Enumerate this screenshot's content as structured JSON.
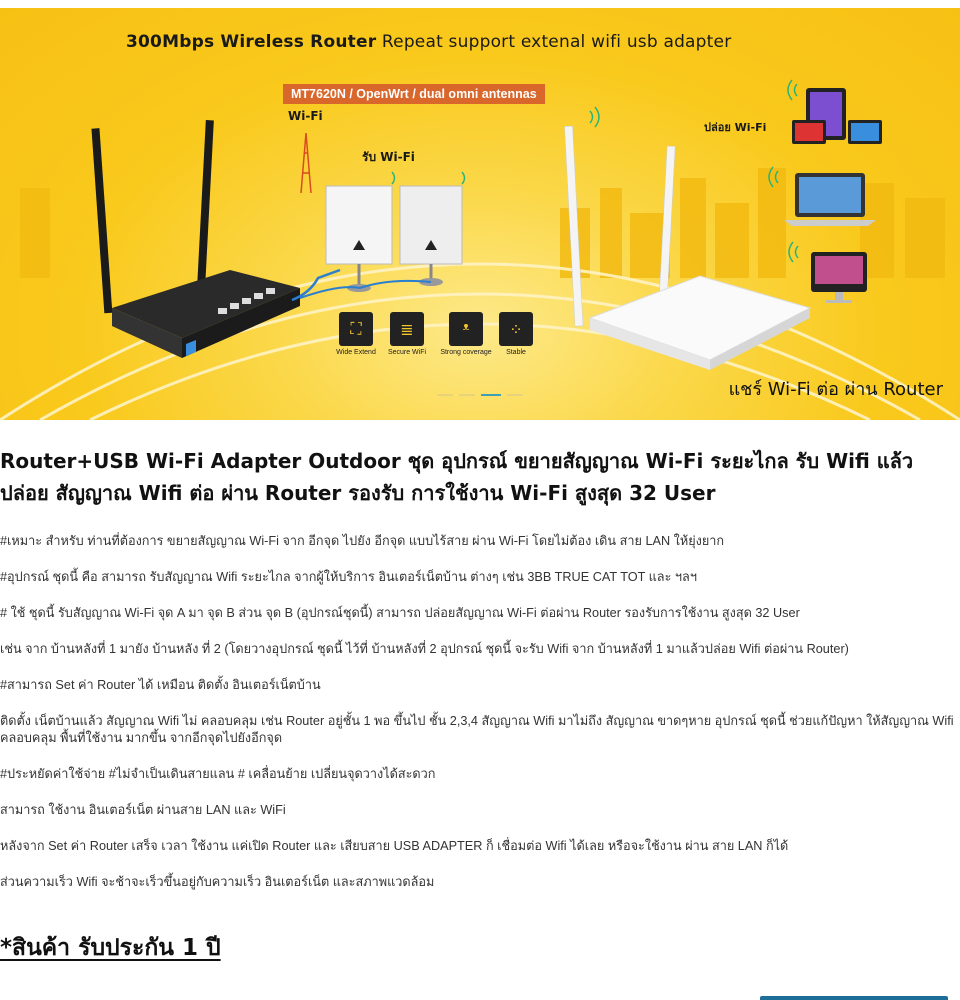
{
  "banner": {
    "title_bold": "300Mbps Wireless Router",
    "title_rest": "Repeat support extenal wifi usb adapter",
    "chip_tag": "MT7620N / OpenWrt / dual omni antennas",
    "wifi_label": "Wi-Fi",
    "receive_label": "รับ Wi-Fi",
    "release_label": "ปล่อย Wi-Fi",
    "share_label": "แชร์ Wi-Fi ต่อ ผ่าน Router",
    "features": [
      {
        "label": "Wide Extend",
        "icon": "expand-icon"
      },
      {
        "label": "Secure WiFi",
        "icon": "lock-icon"
      },
      {
        "label": "Strong coverage",
        "icon": "antenna-icon"
      },
      {
        "label": "Stable",
        "icon": "network-icon"
      }
    ],
    "slides_total": 4,
    "active_slide": 2
  },
  "headline": "Router+USB Wi-Fi Adapter Outdoor ชุด อุปกรณ์ ขยายสัญญาณ Wi-Fi ระยะไกล รับ Wifi แล้วปล่อย สัญญาณ Wifi ต่อ ผ่าน Router รองรับ การใช้งาน Wi-Fi สูงสุด 32 User",
  "paragraphs": [
    "#เหมาะ สำหรับ ท่านที่ต้องการ ขยายสัญญาณ Wi-Fi จาก อีกจุด ไปยัง อีกจุด แบบไร้สาย ผ่าน Wi-Fi โดยไม่ต้อง เดิน สาย LAN ให้ยุ่งยาก",
    "#อุปกรณ์ ชุดนี้ คือ สามารถ รับสัญญาณ Wifi ระยะไกล จากผู้ให้บริการ อินเตอร์เน็ตบ้าน ต่างๆ เช่น 3BB TRUE  CAT TOT และ ฯลฯ",
    "# ใช้ ชุดนี้ รับสัญญาณ Wi-Fi จุด A มา จุด B  ส่วน จุด B (อุปกรณ์ชุดนี้) สามารถ ปล่อยสัญญาณ Wi-Fi ต่อผ่าน Router รองรับการใช้งาน สูงสุด 32 User",
    "เช่น จาก บ้านหลังที่ 1 มายัง บ้านหลัง ที่ 2 (โดยวางอุปกรณ์ ชุดนี้ ไว้ที่ บ้านหลังที่ 2 อุปกรณ์ ชุดนี้ จะรับ Wifi จาก บ้านหลังที่ 1 มาแล้วปล่อย Wifi ต่อผ่าน Router)",
    "#สามารถ Set ค่า Router ได้ เหมือน ติดตั้ง อินเตอร์เน็ตบ้าน",
    "ติดตั้ง เน็ตบ้านแล้ว สัญญาณ Wifi ไม่ คลอบคลุม เช่น Router อยู่ชั้น 1 พอ ขึ้นไป ชั้น 2,3,4 สัญญาณ Wifi มาไม่ถึง สัญญาณ ขาดๆหาย อุปกรณ์ ชุดนี้ ช่วยแก้ปัญหา ให้สัญญาณ Wifi คลอบคลุม พื้นที่ใช้งาน มากขึ้น จากอีกจุดไปยังอีกจุด",
    "#ประหยัดค่าใช้จ่าย #ไม่จำเป็นเดินสายแลน # เคลื่อนย้าย เปลี่ยนจุดวางได้สะดวก",
    "สามารถ ใช้งาน อินเตอร์เน็ต ผ่านสาย LAN และ WiFi",
    "หลังจาก Set ค่า Router เสร็จ เวลา ใช้งาน แค่เปิด Router และ เสียบสาย USB ADAPTER  ก็ เชื่อมต่อ Wifi ได้เลย หรือจะใช้งาน ผ่าน สาย LAN ก็ได้",
    "ส่วนความเร็ว Wifi จะช้าจะเร็วขึ้นอยู่กับความเร็ว อินเตอร์เน็ต และสภาพแวดล้อม"
  ],
  "warranty": "*สินค้า รับประกัน 1 ปี",
  "colors": {
    "banner_yellow": "#f9c91c",
    "chip_orange": "#d9662a",
    "dot_active": "#3b9fb6",
    "corner_button": "#1d6f99"
  }
}
